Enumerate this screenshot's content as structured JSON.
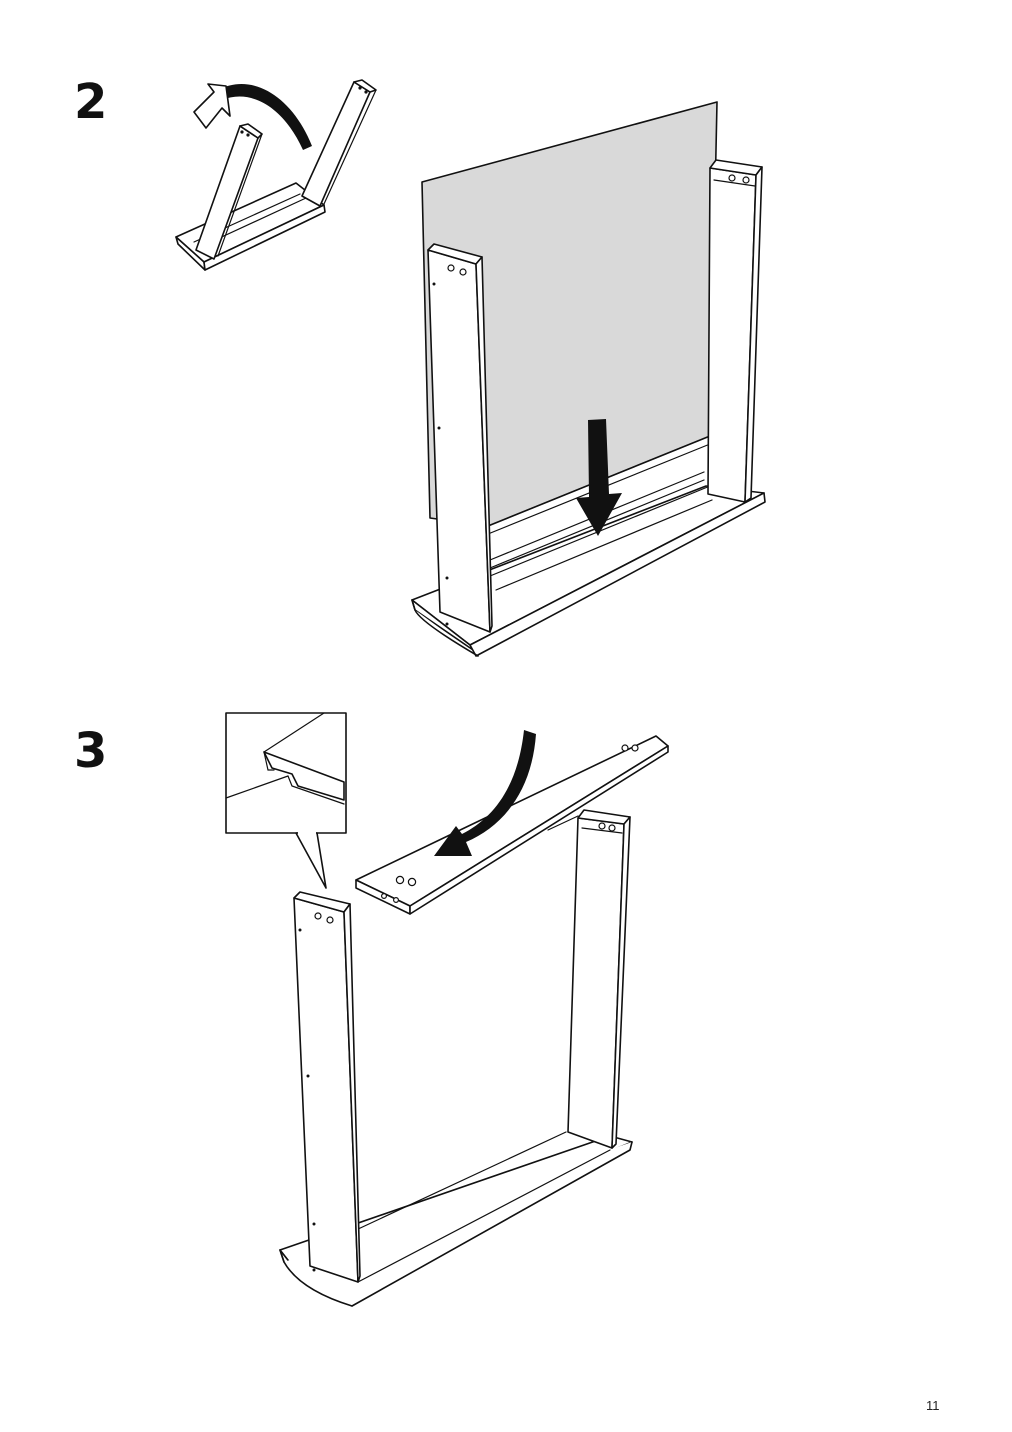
{
  "steps": [
    {
      "number": "2"
    },
    {
      "number": "3"
    }
  ],
  "page": {
    "number": "11"
  }
}
